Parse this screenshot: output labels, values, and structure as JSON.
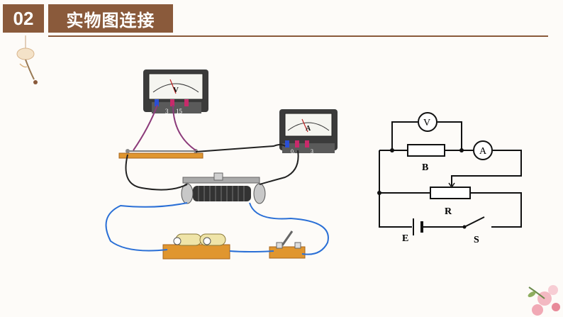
{
  "header": {
    "number": "02",
    "title": "实物图连接"
  },
  "photo": {
    "voltmeter_letter": "V",
    "voltmeter_terminals": [
      "3",
      "15"
    ],
    "ammeter_letter": "A",
    "ammeter_terminals": [
      "0.",
      "3"
    ]
  },
  "schematic": {
    "voltmeter": "V",
    "ammeter": "A",
    "resistor_b": "B",
    "rheostat_r": "R",
    "battery_e": "E",
    "switch_s": "S"
  },
  "colors": {
    "brand": "#8a5a3b",
    "wire_blue": "#2a6fd6",
    "wire_purple": "#8c3a7a",
    "board": "#e0962f"
  }
}
